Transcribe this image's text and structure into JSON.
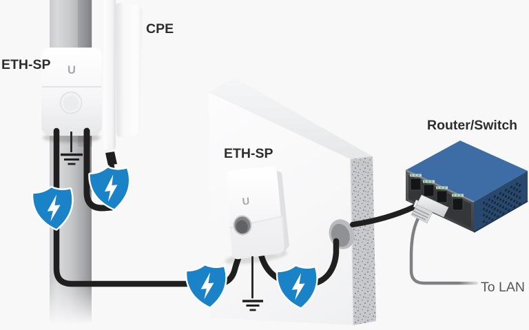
{
  "labels": {
    "pole_device": "ETH-SP",
    "cpe": "CPE",
    "wall_device": "ETH-SP",
    "router_switch": "Router/Switch",
    "to_lan": "To LAN"
  },
  "logo": "U",
  "icons": {
    "surge_shield": "shield-lightning-bolt",
    "ground": "earth-ground-symbol"
  },
  "shields": {
    "count": 4
  },
  "colors": {
    "background": "#f8f8f9",
    "shield_blue": "#1a82c6",
    "cable_black": "#1f1f1f",
    "cable_gray": "#7e8083",
    "switch_top_blue": "#3e6da6",
    "switch_side_blue": "#29486e",
    "switch_front_gray": "#4b4d51",
    "led_green": "#43c45c",
    "wall_edge_gray": "#c7c9cc",
    "label_dark": "#2e2d2b",
    "label_gray": "#55565a"
  }
}
